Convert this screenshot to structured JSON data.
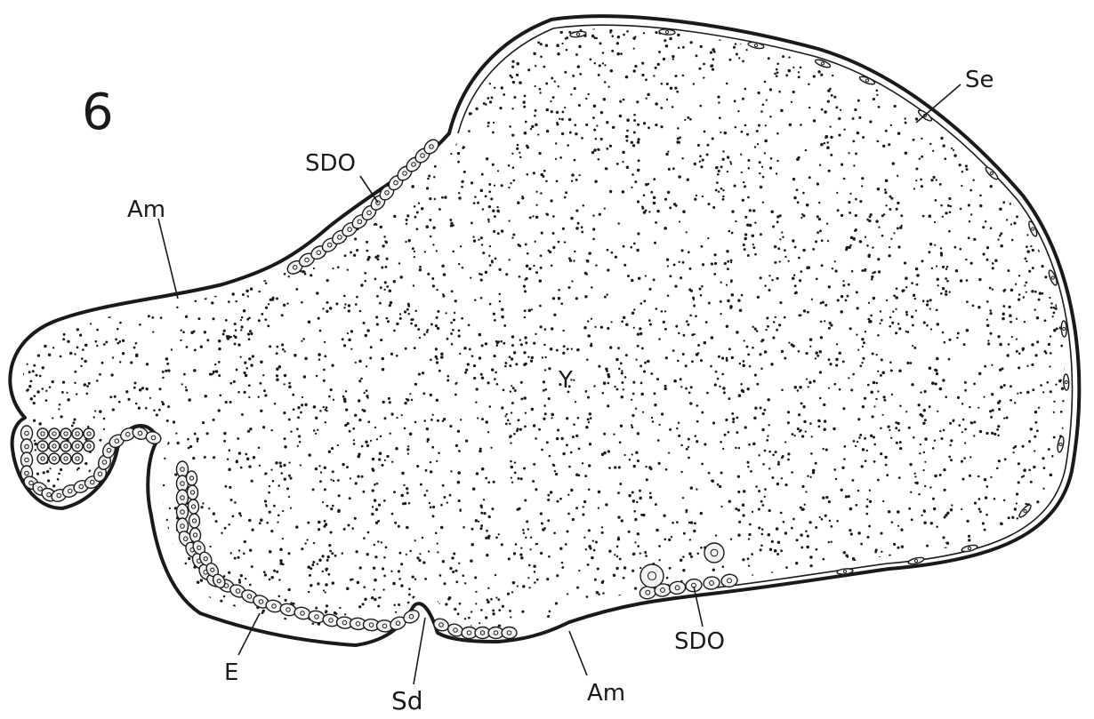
{
  "figure_number": "6",
  "labels": {
    "se": "Se",
    "sdo_top": "SDO",
    "am_left": "Am",
    "y": "Y",
    "e": "E",
    "sd": "Sd",
    "am_bottom": "Am",
    "sdo_bottom": "SDO"
  },
  "colors": {
    "ink": "#1a1a1a",
    "paper": "#ffffff",
    "cell_fill": "#f4f4f4"
  }
}
